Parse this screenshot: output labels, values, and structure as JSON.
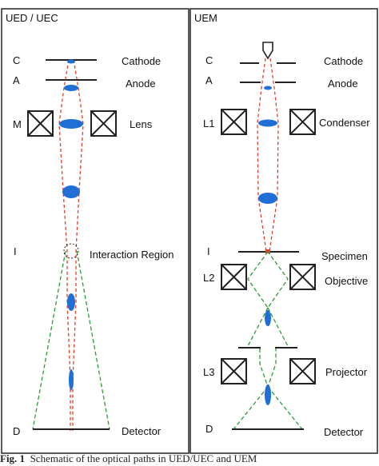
{
  "left_panel": {
    "title": "UED / UEC",
    "letters": {
      "c": "C",
      "a": "A",
      "m": "M",
      "i": "I",
      "d": "D"
    },
    "labels": {
      "cathode": "Cathode",
      "anode": "Anode",
      "lens": "Lens",
      "interaction": "Interaction Region",
      "detector": "Detector"
    }
  },
  "right_panel": {
    "title": "UEM",
    "letters": {
      "c": "C",
      "a": "A",
      "l1": "L1",
      "i": "I",
      "l2": "L2",
      "l3": "L3",
      "d": "D"
    },
    "labels": {
      "cathode": "Cathode",
      "anode": "Anode",
      "condenser": "Condenser",
      "specimen": "Specimen",
      "objective": "Objective",
      "projector": "Projector",
      "detector": "Detector"
    }
  },
  "caption": {
    "prefix": "Fig. 1",
    "text": "Schematic of the optical paths in UED/UEC and UEM"
  },
  "colors": {
    "beam": "#e0402a",
    "scattered": "#2e9a3a",
    "spot": "#1f6fd6",
    "frame": "#222222"
  }
}
